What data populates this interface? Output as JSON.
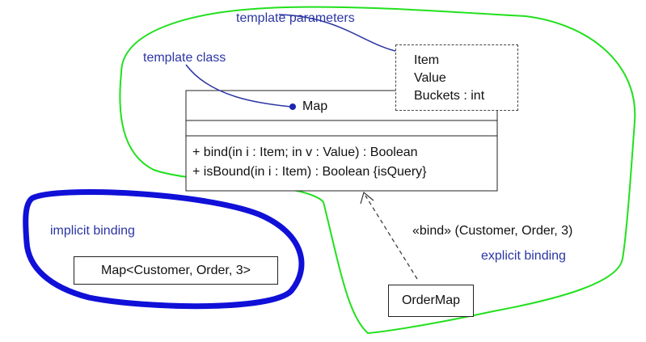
{
  "annotations": {
    "template_parameters": "template parameters",
    "template_class": "template class",
    "implicit_binding": "implicit binding",
    "explicit_binding": "explicit binding"
  },
  "map_class": {
    "name": "Map",
    "operations": [
      "+ bind(in i : Item; in v : Value) : Boolean",
      "+ isBound(in i : Item) : Boolean {isQuery}"
    ]
  },
  "template_params": [
    "Item",
    "Value",
    "Buckets : int"
  ],
  "bind_label": "«bind» (Customer, Order, 3)",
  "implicit_box": "Map<Customer, Order, 3>",
  "ordermap": "OrderMap",
  "colors": {
    "annotation_text": "#2b35a3",
    "green_outline": "#22e01e",
    "blue_outline": "#1010d8"
  }
}
